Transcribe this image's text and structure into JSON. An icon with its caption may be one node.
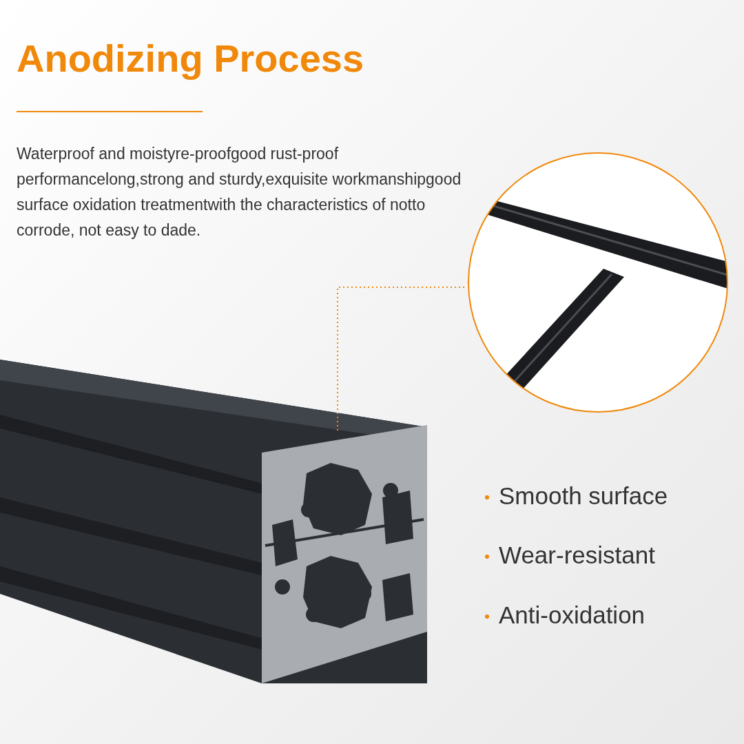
{
  "diagram": {
    "title": "Anodizing Process",
    "nodes": [
      {
        "text": [],
        "shape": "picture"
      },
      {
        "text": [],
        "shape": "picture"
      }
    ],
    "edges": [
      {
        "from": 0,
        "to": 1,
        "arrow": "none",
        "style": "dashed"
      }
    ],
    "labels": [
      "Waterproof and moistyre-proofgood rust-proof performancelong,strong and sturdy,exquisite workmanshipgood surface oxidation treatmentwith the characteristics of notto corrode, not easy to dade.",
      "Smooth surface",
      "Wear-resistant",
      "Anti-oxidation"
    ]
  }
}
